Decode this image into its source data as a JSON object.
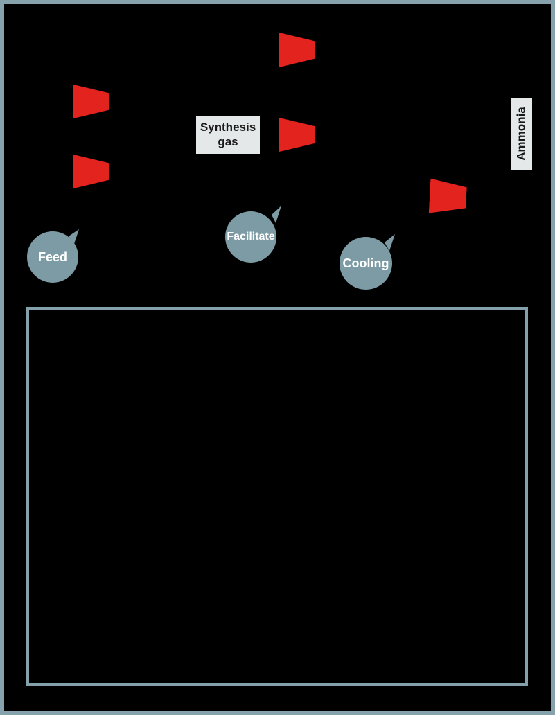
{
  "colors": {
    "background": "#000000",
    "frame_border": "#86A2AC",
    "panel_border": "#84A0AA",
    "flow_arrow": "#E2231E",
    "bubble_fill": "#7C9BA4",
    "bubble_text": "#FFFFFF",
    "tag_bg": "#E4E8E8",
    "tag_text": "#1A1A1A"
  },
  "tags": {
    "synthesis_gas": "Synthesis gas",
    "ammonia": "Ammonia"
  },
  "bubbles": [
    {
      "label": "Feed"
    },
    {
      "label": "Facilitate"
    },
    {
      "label": "Cooling"
    }
  ]
}
